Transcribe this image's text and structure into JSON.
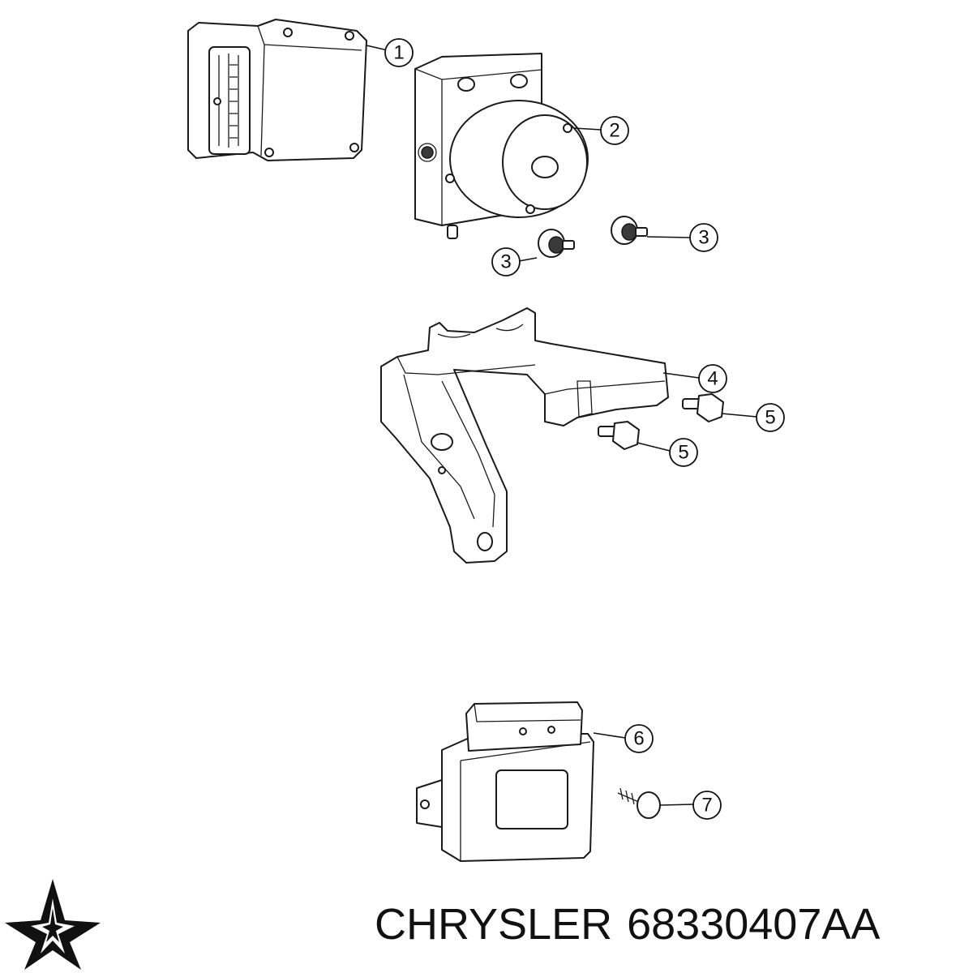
{
  "callouts": [
    {
      "id": "c1",
      "label": "1",
      "part": "control-module"
    },
    {
      "id": "c2",
      "label": "2",
      "part": "hydraulic-unit"
    },
    {
      "id": "c3a",
      "label": "3",
      "part": "isolator"
    },
    {
      "id": "c3b",
      "label": "3",
      "part": "isolator"
    },
    {
      "id": "c4",
      "label": "4",
      "part": "bracket"
    },
    {
      "id": "c5a",
      "label": "5",
      "part": "bolt"
    },
    {
      "id": "c5b",
      "label": "5",
      "part": "bolt"
    },
    {
      "id": "c6",
      "label": "6",
      "part": "module"
    },
    {
      "id": "c7",
      "label": "7",
      "part": "screw"
    }
  ],
  "brand": {
    "name": "CHRYSLER",
    "part_number": "68330407AA",
    "logo": "chrysler-pentastar-logo"
  },
  "colors": {
    "line": "#1a1a1a",
    "background": "#ffffff",
    "logo": "#111111"
  }
}
